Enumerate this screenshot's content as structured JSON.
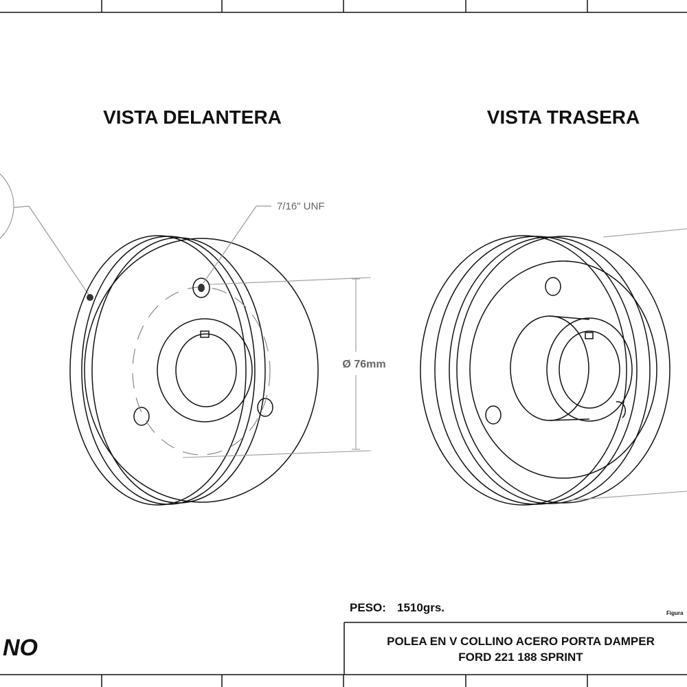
{
  "views": {
    "front_title": "VISTA DELANTERA",
    "rear_title": "VISTA TRASERA"
  },
  "annotations": {
    "thread": "7/16\" UNF",
    "diameter": "Ø 76mm"
  },
  "weight": {
    "label": "PESO:",
    "value": "1510grs."
  },
  "title_block": {
    "figure_label": "Figura",
    "line1": "POLEA EN V COLLINO ACERO PORTA DAMPER",
    "line2": "FORD 221 188 SPRINT"
  },
  "logo": {
    "text": "NO"
  },
  "colors": {
    "line": "#111111",
    "dimension": "#999999"
  }
}
